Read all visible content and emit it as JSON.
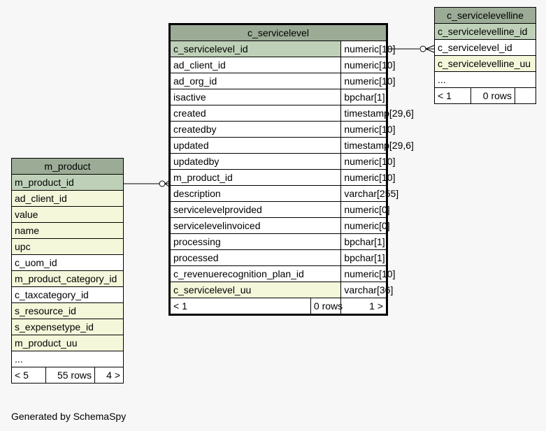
{
  "diagram": {
    "tables": {
      "c_servicelevel": {
        "name": "c_servicelevel",
        "columns": [
          {
            "name": "c_servicelevel_id",
            "type": "numeric[10]",
            "style": "pk"
          },
          {
            "name": "ad_client_id",
            "type": "numeric[10]",
            "style": "plain"
          },
          {
            "name": "ad_org_id",
            "type": "numeric[10]",
            "style": "plain"
          },
          {
            "name": "isactive",
            "type": "bpchar[1]",
            "style": "plain"
          },
          {
            "name": "created",
            "type": "timestamp[29,6]",
            "style": "plain"
          },
          {
            "name": "createdby",
            "type": "numeric[10]",
            "style": "plain"
          },
          {
            "name": "updated",
            "type": "timestamp[29,6]",
            "style": "plain"
          },
          {
            "name": "updatedby",
            "type": "numeric[10]",
            "style": "plain"
          },
          {
            "name": "m_product_id",
            "type": "numeric[10]",
            "style": "plain"
          },
          {
            "name": "description",
            "type": "varchar[255]",
            "style": "plain"
          },
          {
            "name": "servicelevelprovided",
            "type": "numeric[0]",
            "style": "plain"
          },
          {
            "name": "servicelevelinvoiced",
            "type": "numeric[0]",
            "style": "plain"
          },
          {
            "name": "processing",
            "type": "bpchar[1]",
            "style": "plain"
          },
          {
            "name": "processed",
            "type": "bpchar[1]",
            "style": "plain"
          },
          {
            "name": "c_revenuerecognition_plan_id",
            "type": "numeric[10]",
            "style": "plain"
          },
          {
            "name": "c_servicelevel_uu",
            "type": "varchar[36]",
            "style": "idx"
          }
        ],
        "footer": {
          "parents": "< 1",
          "rows": "0 rows",
          "children": "1 >"
        }
      },
      "m_product": {
        "name": "m_product",
        "columns": [
          {
            "name": "m_product_id",
            "style": "pk"
          },
          {
            "name": "ad_client_id",
            "style": "idx"
          },
          {
            "name": "value",
            "style": "idx"
          },
          {
            "name": "name",
            "style": "idx"
          },
          {
            "name": "upc",
            "style": "idx"
          },
          {
            "name": "c_uom_id",
            "style": "plain"
          },
          {
            "name": "m_product_category_id",
            "style": "idx"
          },
          {
            "name": "c_taxcategory_id",
            "style": "plain"
          },
          {
            "name": "s_resource_id",
            "style": "idx"
          },
          {
            "name": "s_expensetype_id",
            "style": "idx"
          },
          {
            "name": "m_product_uu",
            "style": "idx"
          },
          {
            "name": "...",
            "style": "plain"
          }
        ],
        "footer": {
          "parents": "< 5",
          "rows": "55 rows",
          "children": "4 >"
        }
      },
      "c_servicelevelline": {
        "name": "c_servicelevelline",
        "columns": [
          {
            "name": "c_servicelevelline_id",
            "style": "pk"
          },
          {
            "name": "c_servicelevel_id",
            "style": "plain"
          },
          {
            "name": "c_servicelevelline_uu",
            "style": "idx"
          },
          {
            "name": "...",
            "style": "plain"
          }
        ],
        "footer": {
          "parents": "< 1",
          "rows": "0 rows",
          "children": ""
        }
      }
    },
    "colors": {
      "header": "#9bab96",
      "primary_key": "#bed1b8",
      "indexed": "#f4f7da",
      "background": "#f7f7f7"
    },
    "relationships": [
      {
        "from": "c_servicelevel.m_product_id",
        "to": "m_product.m_product_id"
      },
      {
        "from": "c_servicelevelline.c_servicelevel_id",
        "to": "c_servicelevel.c_servicelevel_id"
      }
    ]
  },
  "footer_text": "Generated by SchemaSpy"
}
